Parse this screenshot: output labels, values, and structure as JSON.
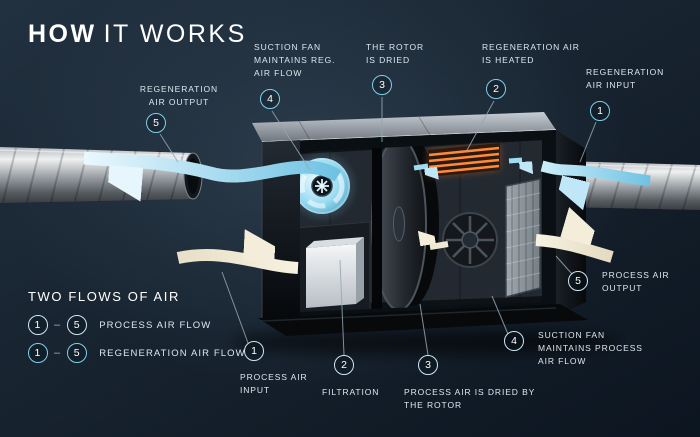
{
  "title": {
    "bold": "HOW",
    "light": "IT WORKS"
  },
  "callouts": {
    "regeneration": [
      {
        "num": "5",
        "label": "REGENERATION AIR OUTPUT"
      },
      {
        "num": "4",
        "label": "SUCTION FAN MAINTAINS REG. AIR FLOW"
      },
      {
        "num": "3",
        "label": "THE ROTOR IS DRIED"
      },
      {
        "num": "2",
        "label": "REGENERATION AIR IS HEATED"
      },
      {
        "num": "1",
        "label": "REGENERATION AIR INPUT"
      }
    ],
    "process": [
      {
        "num": "1",
        "label": "PROCESS AIR INPUT"
      },
      {
        "num": "2",
        "label": "FILTRATION"
      },
      {
        "num": "3",
        "label": "PROCESS AIR IS DRIED BY THE ROTOR"
      },
      {
        "num": "4",
        "label": "SUCTION FAN MAINTAINS PROCESS AIR FLOW"
      },
      {
        "num": "5",
        "label": "PROCESS AIR OUTPUT"
      }
    ]
  },
  "legend": {
    "heading": "TWO FLOWS OF AIR",
    "separator": "–",
    "rows": [
      {
        "from": "1",
        "to": "5",
        "label": "PROCESS AIR FLOW"
      },
      {
        "from": "1",
        "to": "5",
        "label": "REGENERATION AIR FLOW"
      }
    ]
  },
  "colors": {
    "background": "#16222e",
    "regeneration_accent": "#7fcfe9",
    "process_accent": "#efe8d2",
    "heater_glow": "#ff8a3c"
  }
}
